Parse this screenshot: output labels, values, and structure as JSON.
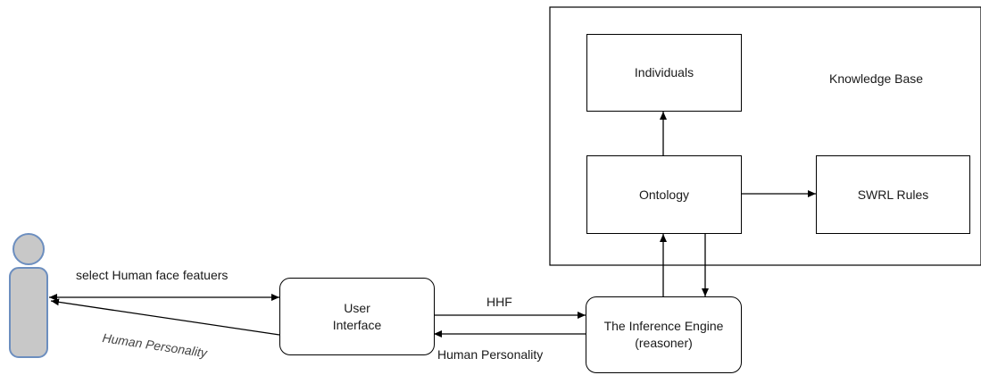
{
  "knowledge_base": {
    "title": "Knowledge Base"
  },
  "nodes": {
    "individuals": "Individuals",
    "ontology": "Ontology",
    "swrl": "SWRL Rules",
    "ui_line1": "User",
    "ui_line2": "Interface",
    "engine_line1": "The Inference Engine",
    "engine_line2": "(reasoner)"
  },
  "edges": {
    "select_features": "select Human face featuers",
    "human_personality_user": "Human Personality",
    "hhf": "HHF",
    "human_personality_engine": "Human Personality"
  }
}
